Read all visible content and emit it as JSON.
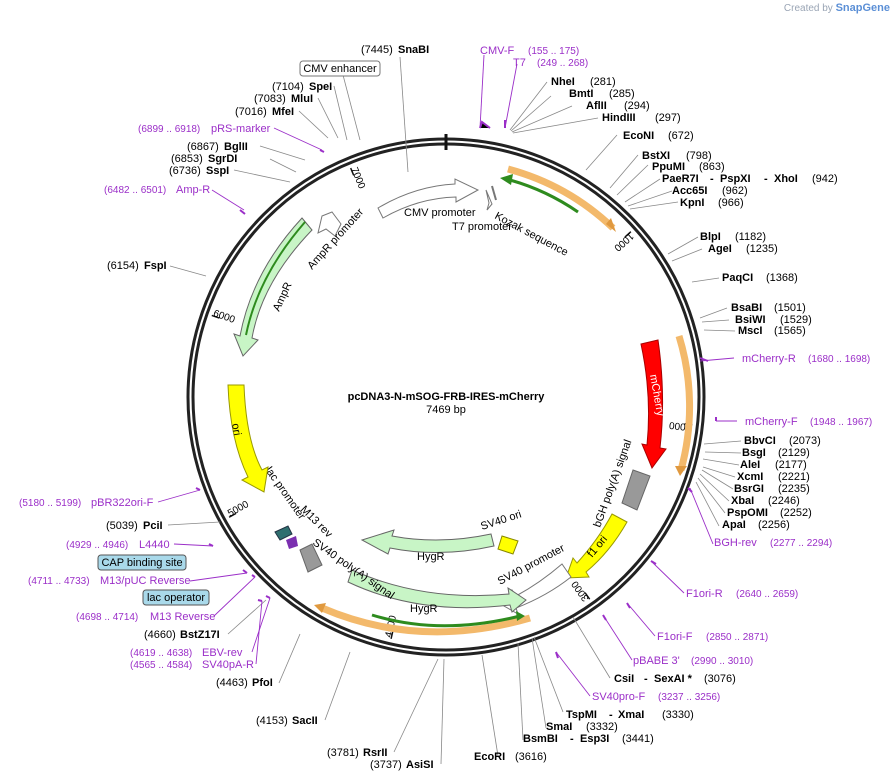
{
  "credit": {
    "prefix": "Created by",
    "brand": "SnapGene"
  },
  "plasmid": {
    "name": "pcDNA3-N-mSOG-FRB-IRES-mCherry",
    "length": 7469,
    "length_label": "7469 bp"
  },
  "colors": {
    "enzyme": "#000000",
    "primer": "#9b2fc8",
    "backbone": "#222222",
    "feature_green": "#c8f5c6",
    "feature_yellow": "#ffff00",
    "feature_red": "#ff0000",
    "feature_white": "#ffffff",
    "feature_gray": "#999999",
    "orange_arrow": "#f3b96b",
    "green_arrow": "#2e8b1e"
  },
  "ticks": [
    {
      "pos": 1000,
      "label": "1000"
    },
    {
      "pos": 2000,
      "label": "2000"
    },
    {
      "pos": 3000,
      "label": "3000"
    },
    {
      "pos": 4000,
      "label": "4000"
    },
    {
      "pos": 5000,
      "label": "5000"
    },
    {
      "pos": 6000,
      "label": "6000"
    },
    {
      "pos": 7000,
      "label": "7000"
    }
  ],
  "enzymes": [
    {
      "name": "SnaBI",
      "pos": "(7445)"
    },
    {
      "name": "NheI",
      "pos": "(281)"
    },
    {
      "name": "BmtI",
      "pos": "(285)"
    },
    {
      "name": "AflII",
      "pos": "(294)"
    },
    {
      "name": "HindIII",
      "pos": "(297)"
    },
    {
      "name": "EcoNI",
      "pos": "(672)"
    },
    {
      "name": "BstXI",
      "pos": "(798)"
    },
    {
      "name": "PpuMI",
      "pos": "(863)"
    },
    {
      "name": "PaeR7I",
      "name2": "PspXI",
      "name3": "XhoI",
      "pos": "(942)"
    },
    {
      "name": "Acc65I",
      "pos": "(962)"
    },
    {
      "name": "KpnI",
      "pos": "(966)"
    },
    {
      "name": "BlpI",
      "pos": "(1182)"
    },
    {
      "name": "AgeI",
      "pos": "(1235)"
    },
    {
      "name": "PaqCI",
      "pos": "(1368)"
    },
    {
      "name": "BsaBI",
      "pos": "(1501)"
    },
    {
      "name": "BsiWI",
      "pos": "(1529)"
    },
    {
      "name": "MscI",
      "pos": "(1565)"
    },
    {
      "name": "BbvCI",
      "pos": "(2073)"
    },
    {
      "name": "BsgI",
      "pos": "(2129)"
    },
    {
      "name": "AleI",
      "pos": "(2177)"
    },
    {
      "name": "XcmI",
      "pos": "(2221)"
    },
    {
      "name": "BsrGI",
      "pos": "(2235)"
    },
    {
      "name": "XbaI",
      "pos": "(2246)"
    },
    {
      "name": "PspOMI",
      "pos": "(2252)"
    },
    {
      "name": "ApaI",
      "pos": "(2256)"
    },
    {
      "name": "CsiI",
      "name2": "SexAI *",
      "pos": "(3076)"
    },
    {
      "name": "TspMI",
      "name2": "XmaI",
      "pos": "(3330)"
    },
    {
      "name": "SmaI",
      "pos": "(3332)"
    },
    {
      "name": "BsmBI",
      "name2": "Esp3I",
      "pos": "(3441)"
    },
    {
      "name": "EcoRI",
      "pos": "(3616)"
    },
    {
      "name": "AsiSI",
      "pos": "(3737)"
    },
    {
      "name": "RsrII",
      "pos": "(3781)"
    },
    {
      "name": "SacII",
      "pos": "(4153)"
    },
    {
      "name": "PfoI",
      "pos": "(4463)"
    },
    {
      "name": "BstZ17I",
      "pos": "(4660)"
    },
    {
      "name": "PciI",
      "pos": "(5039)"
    },
    {
      "name": "FspI",
      "pos": "(6154)"
    },
    {
      "name": "SspI",
      "pos": "(6736)"
    },
    {
      "name": "SgrDI",
      "pos": "(6853)"
    },
    {
      "name": "BglII",
      "pos": "(6867)"
    },
    {
      "name": "MfeI",
      "pos": "(7016)"
    },
    {
      "name": "MluI",
      "pos": "(7083)"
    },
    {
      "name": "SpeI",
      "pos": "(7104)"
    }
  ],
  "primers": [
    {
      "name": "CMV-F",
      "pos": "(155 .. 175)"
    },
    {
      "name": "T7",
      "pos": "(249 .. 268)"
    },
    {
      "name": "mCherry-R",
      "pos": "(1680 .. 1698)"
    },
    {
      "name": "mCherry-F",
      "pos": "(1948 .. 1967)"
    },
    {
      "name": "BGH-rev",
      "pos": "(2277 .. 2294)"
    },
    {
      "name": "F1ori-R",
      "pos": "(2640 .. 2659)"
    },
    {
      "name": "F1ori-F",
      "pos": "(2850 .. 2871)"
    },
    {
      "name": "pBABE 3'",
      "pos": "(2990 .. 3010)"
    },
    {
      "name": "SV40pro-F",
      "pos": "(3237 .. 3256)"
    },
    {
      "name": "SV40pA-R",
      "pos": "(4565 .. 4584)"
    },
    {
      "name": "EBV-rev",
      "pos": "(4619 .. 4638)"
    },
    {
      "name": "M13 Reverse",
      "pos": "(4698 .. 4714)"
    },
    {
      "name": "M13/pUC Reverse",
      "pos": "(4711 .. 4733)"
    },
    {
      "name": "L4440",
      "pos": "(4929 .. 4946)"
    },
    {
      "name": "pBR322ori-F",
      "pos": "(5180 .. 5199)"
    },
    {
      "name": "Amp-R",
      "pos": "(6482 .. 6501)"
    },
    {
      "name": "pRS-marker",
      "pos": "(6899 .. 6918)"
    }
  ],
  "boxed_labels": [
    {
      "name": "CMV enhancer"
    },
    {
      "name": "CAP binding site"
    },
    {
      "name": "lac operator"
    }
  ],
  "features": [
    {
      "name": "CMV promoter"
    },
    {
      "name": "T7 promoter"
    },
    {
      "name": "Kozak sequence"
    },
    {
      "name": "mCherry"
    },
    {
      "name": "bGH poly(A) signal"
    },
    {
      "name": "f1 ori"
    },
    {
      "name": "SV40 promoter"
    },
    {
      "name": "SV40 ori"
    },
    {
      "name": "HygR"
    },
    {
      "name": "HygR"
    },
    {
      "name": "SV40 poly(A) signal"
    },
    {
      "name": "M13 rev"
    },
    {
      "name": "lac promoter"
    },
    {
      "name": "ori"
    },
    {
      "name": "AmpR"
    },
    {
      "name": "AmpR promoter"
    }
  ]
}
